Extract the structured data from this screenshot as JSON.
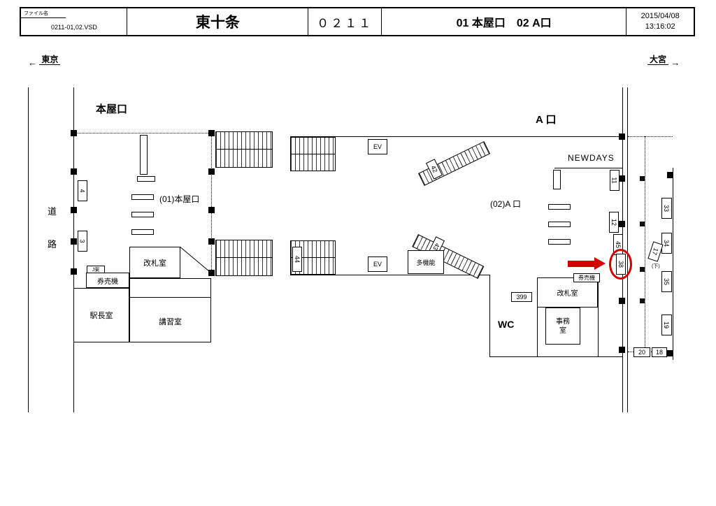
{
  "header": {
    "file_label": "ファイル名",
    "file_name": "0211-01,02.VSD",
    "station_name": "東十条",
    "station_code": "０２１１",
    "entrance_list": "01 本屋口　02 A口",
    "date": "2015/04/08",
    "time": "13:16:02"
  },
  "directions": {
    "left_label": "東京",
    "left_arrow": "←",
    "right_label": "大宮",
    "right_arrow": "→"
  },
  "map": {
    "honya_title": "本屋口",
    "a_title": "A 口",
    "road_char_1": "道",
    "road_char_2": "路",
    "entrance01": "(01)本屋口",
    "entrance02": "(02)A 口",
    "newdays": "NEWDAYS",
    "rooms": {
      "kaisatsu_left": "改札室",
      "kenbaiki_left": "券売機",
      "j_an": "J案",
      "ekichoshitsu": "駅長室",
      "koshushitsu": "講習室",
      "ev_top": "EV",
      "ev_bottom": "EV",
      "takinou": "多機能",
      "kenbaiki_right": "券売機",
      "kaisatsu_right": "改札室",
      "jimu_line1": "事務",
      "jimu_line2": "室",
      "wc": "WC",
      "shita_note": "(下)"
    },
    "signs": {
      "s3": "3",
      "s4": "4",
      "s11": "11",
      "s12": "12",
      "s17": "17",
      "s18": "18",
      "s19": "19",
      "s20": "20",
      "s33": "33",
      "s34": "34",
      "s35": "35",
      "s38": "38",
      "s42": "42",
      "s43": "43",
      "s44": "44",
      "s45": "45",
      "s399": "399"
    },
    "highlight": {
      "target_sign": "38",
      "color": "#d40000",
      "shapes": [
        "red-arrow",
        "red-ellipse"
      ]
    }
  }
}
